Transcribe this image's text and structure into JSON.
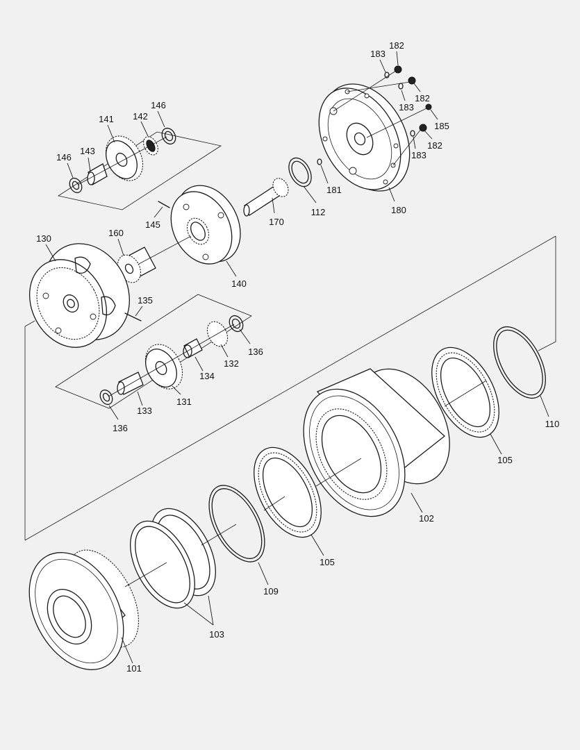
{
  "callouts": [
    {
      "id": "c182a",
      "text": "182"
    },
    {
      "id": "c183a",
      "text": "183"
    },
    {
      "id": "c182b",
      "text": "182"
    },
    {
      "id": "c183b",
      "text": "183"
    },
    {
      "id": "c185",
      "text": "185"
    },
    {
      "id": "c182c",
      "text": "182"
    },
    {
      "id": "c183c",
      "text": "183"
    },
    {
      "id": "c181",
      "text": "181"
    },
    {
      "id": "c180",
      "text": "180"
    },
    {
      "id": "c112",
      "text": "112"
    },
    {
      "id": "c170",
      "text": "170"
    },
    {
      "id": "c146a",
      "text": "146"
    },
    {
      "id": "c141",
      "text": "141"
    },
    {
      "id": "c142",
      "text": "142"
    },
    {
      "id": "c146b",
      "text": "146"
    },
    {
      "id": "c143",
      "text": "143"
    },
    {
      "id": "c145",
      "text": "145"
    },
    {
      "id": "c140",
      "text": "140"
    },
    {
      "id": "c130",
      "text": "130"
    },
    {
      "id": "c160",
      "text": "160"
    },
    {
      "id": "c135",
      "text": "135"
    },
    {
      "id": "c136a",
      "text": "136"
    },
    {
      "id": "c132",
      "text": "132"
    },
    {
      "id": "c134",
      "text": "134"
    },
    {
      "id": "c131",
      "text": "131"
    },
    {
      "id": "c133",
      "text": "133"
    },
    {
      "id": "c136b",
      "text": "136"
    },
    {
      "id": "c110",
      "text": "110"
    },
    {
      "id": "c105a",
      "text": "105"
    },
    {
      "id": "c102",
      "text": "102"
    },
    {
      "id": "c105b",
      "text": "105"
    },
    {
      "id": "c109",
      "text": "109"
    },
    {
      "id": "c103",
      "text": "103"
    },
    {
      "id": "c101",
      "text": "101"
    }
  ]
}
